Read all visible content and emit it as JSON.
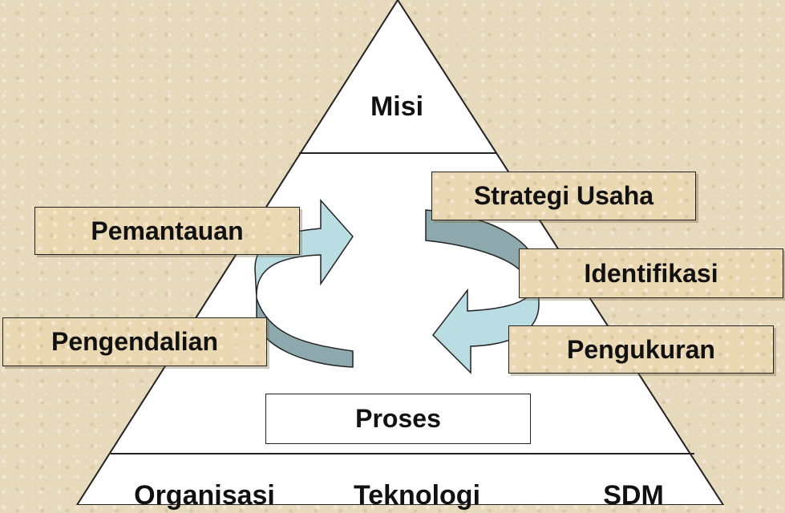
{
  "pyramid": {
    "top_label": "Misi",
    "process_label": "Proses",
    "base_labels": [
      "Organisasi",
      "Teknologi",
      "SDM"
    ]
  },
  "left_boxes": [
    "Pemantauan",
    "Pengendalian"
  ],
  "right_boxes": [
    "Strategi Usaha",
    "Identifikasi",
    "Pengukuran"
  ],
  "colors": {
    "arrow_light": "#b9dde3",
    "arrow_dark": "#8ea9ad",
    "label_box": "#ead8b3",
    "pyramid_fill": "#ffffff",
    "outline": "#222222"
  }
}
